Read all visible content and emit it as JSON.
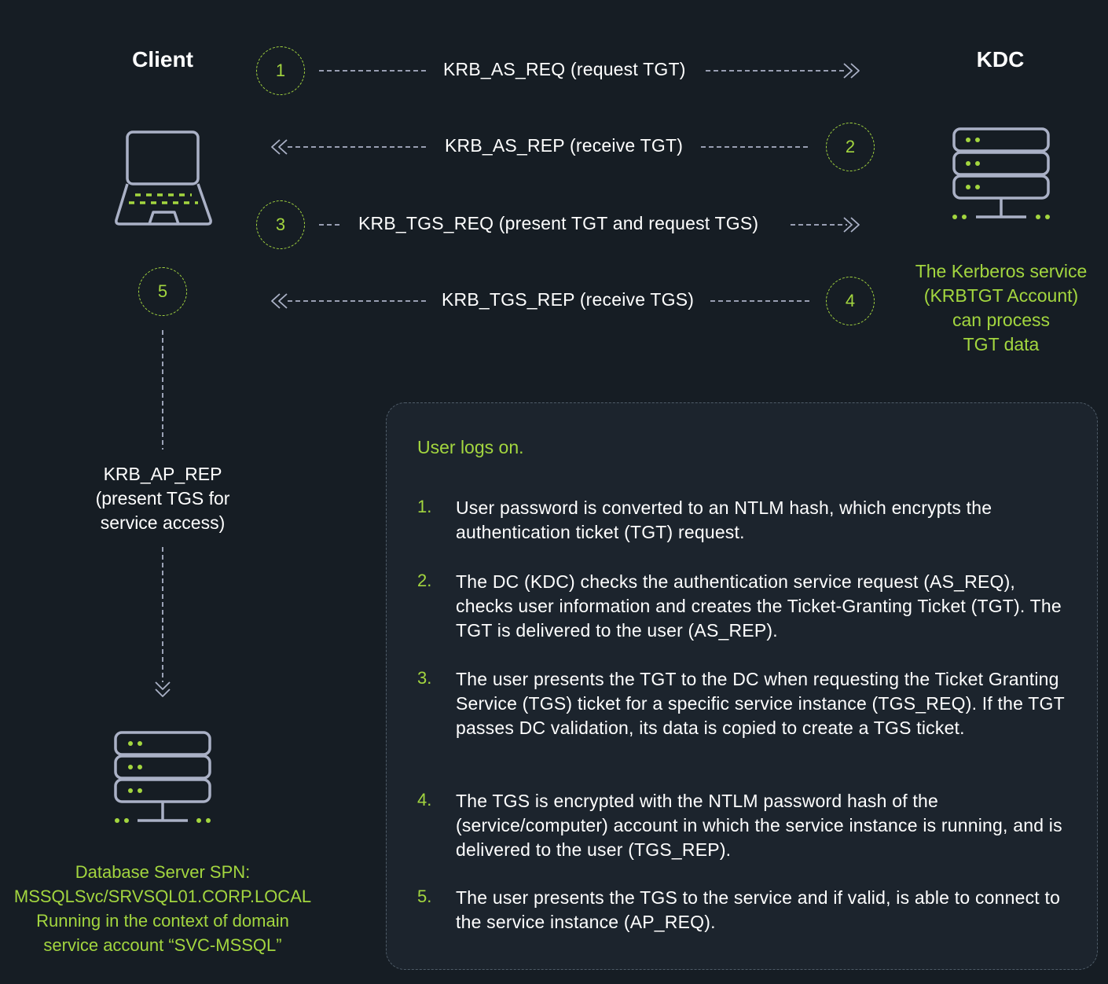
{
  "client": {
    "title": "Client"
  },
  "kdc": {
    "title": "KDC",
    "caption": [
      "The Kerberos service",
      "(KRBTGT Account)",
      "can process",
      "TGT data"
    ]
  },
  "flows": [
    {
      "step": "1",
      "label": "KRB_AS_REQ (request TGT)",
      "direction": "right"
    },
    {
      "step": "2",
      "label": "KRB_AS_REP (receive TGT)",
      "direction": "left"
    },
    {
      "step": "3",
      "label": "KRB_TGS_REQ (present TGT and request TGS)",
      "direction": "right"
    },
    {
      "step": "4",
      "label": "KRB_TGS_REP (receive TGS)",
      "direction": "left"
    }
  ],
  "ap_flow": {
    "step": "5",
    "label": [
      "KRB_AP_REP",
      "(present TGS for",
      "service access)"
    ]
  },
  "database": {
    "caption": [
      "Database Server SPN:",
      "MSSQLSvc/SRVSQL01.CORP.LOCAL",
      "Running in the context of domain",
      "service account “SVC-MSSQL”"
    ]
  },
  "panel": {
    "heading": "User logs on.",
    "steps": [
      {
        "num": "1.",
        "text": "User password is converted to an NTLM hash, which encrypts the authentication ticket (TGT) request."
      },
      {
        "num": "2.",
        "text": "The DC (KDC) checks the authentication service request (AS_REQ), checks user information and creates the Ticket-Granting Ticket (TGT). The TGT is delivered to the user (AS_REP)."
      },
      {
        "num": "3.",
        "text": "The user presents the TGT to the DC when requesting the Ticket Granting Service (TGS) ticket for a specific service instance (TGS_REQ). If the TGT passes DC validation, its data is copied to create a TGS ticket."
      },
      {
        "num": "4.",
        "text": "The TGS is encrypted with the NTLM password hash of the (service/computer) account in which the service instance is running, and is delivered to the user (TGS_REP)."
      },
      {
        "num": "5.",
        "text": "The user presents the TGS to the service and if valid, is able to connect to the service instance (AP_REQ)."
      }
    ]
  },
  "colors": {
    "accent": "#a3d63f",
    "background": "#161d24",
    "icon_stroke": "#aab1c6"
  }
}
